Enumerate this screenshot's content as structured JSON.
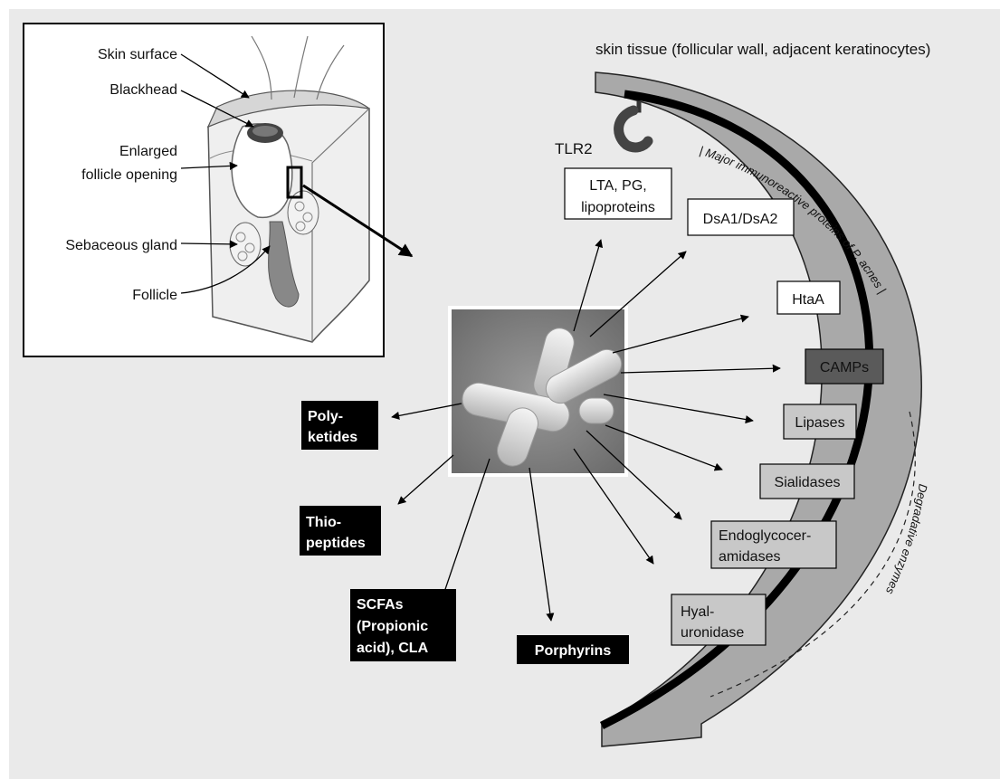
{
  "header": {
    "tissue_label": "skin tissue (follicular wall, adjacent keratinocytes)"
  },
  "inset": {
    "labels": {
      "skin_surface": "Skin surface",
      "blackhead": "Blackhead",
      "enlarged_1": "Enlarged",
      "enlarged_2": "follicle opening",
      "sebaceous": "Sebaceous gland",
      "follicle": "Follicle"
    }
  },
  "receptor": {
    "label": "TLR2"
  },
  "arc_labels": {
    "immuno_1": "| Major immunoreactive proteins of ",
    "immuno_2": "P. acnes",
    "immuno_3": " |",
    "degradative": "Degradative enzymes"
  },
  "factors": {
    "lta": [
      "LTA, PG,",
      "lipoproteins"
    ],
    "dsa": "DsA1/DsA2",
    "htaa": "HtaA",
    "camps": "CAMPs",
    "lipases": "Lipases",
    "sialidases": "Sialidases",
    "endo": [
      "Endoglycocer-",
      "amidases"
    ],
    "hyal": [
      "Hyal-",
      "uronidase"
    ],
    "polyketides": [
      "Poly-",
      "ketides"
    ],
    "thiopeptides": [
      "Thio-",
      "peptides"
    ],
    "scfa": [
      "SCFAs",
      "(Propionic",
      "acid), CLA"
    ],
    "porphyrins": "Porphyrins"
  },
  "colors": {
    "background": "#eaeaea",
    "arc_grey": "#a9a9a9",
    "arc_black": "#000000",
    "box_white": "#ffffff",
    "box_light_grey": "#c8c8c8",
    "box_dark_grey": "#5a5a5a",
    "box_black": "#000000"
  }
}
